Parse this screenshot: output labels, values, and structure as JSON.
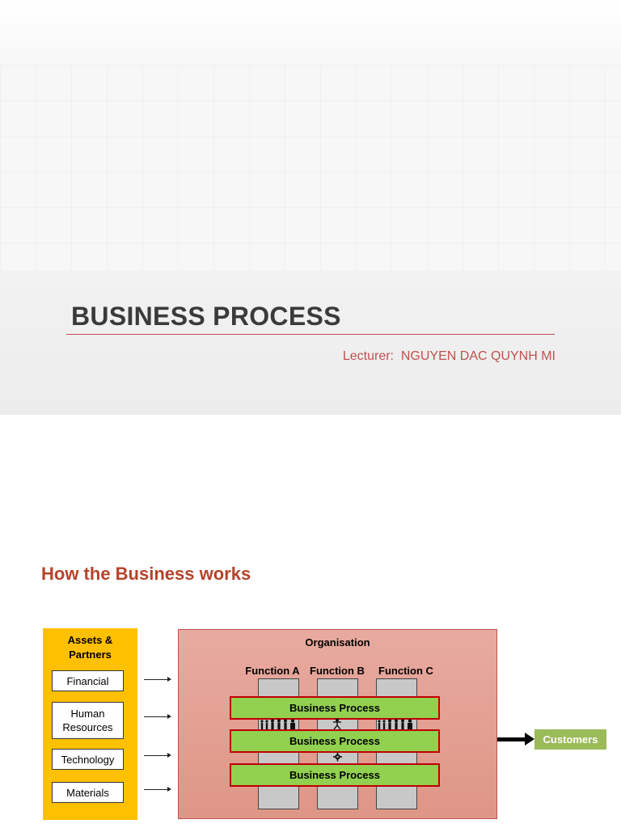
{
  "slide1": {
    "title": "BUSINESS PROCESS",
    "lecturer": "Lecturer:  NGUYEN DAC QUYNH MI"
  },
  "slide2": {
    "heading": "How the Business works",
    "assets": {
      "title": "Assets &\nPartners",
      "items": [
        "Financial",
        "Human\nResources",
        "Technology",
        "Materials"
      ]
    },
    "organisation": {
      "title": "Organisation",
      "functions": [
        "Function A",
        "Function B",
        "Function C"
      ],
      "processes": [
        "Business Process",
        "Business Process",
        "Business Process"
      ]
    },
    "customers": "Customers"
  },
  "colors": {
    "accent": "#c0504d",
    "heading": "#b5432a",
    "assets_bg": "#ffc000",
    "org_bg": "#e4a296",
    "process_fill": "#92d050",
    "process_border": "#c00000",
    "customers_bg": "#9bbb59"
  },
  "icons": [
    "people-group-icon",
    "person-icon",
    "gear-icon"
  ]
}
